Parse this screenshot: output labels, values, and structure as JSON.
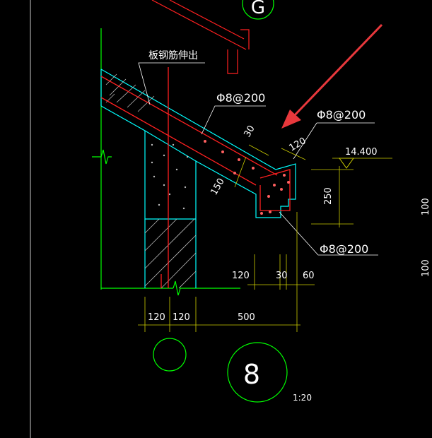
{
  "colors": {
    "background": "#000000",
    "outline": "#00ffff",
    "wall": "#00ff00",
    "rebar": "#ff2020",
    "text": "#ffffff",
    "dimension": "#cccc00",
    "hatch": "#bbbbbb",
    "leader": "#ffffff",
    "arrow": "#e8383c"
  },
  "labels": {
    "slab_rebar_note": "板钢筋伸出",
    "rebar_spec_top": "Φ8@200",
    "rebar_spec_right": "Φ8@200",
    "rebar_spec_bottom": "Φ8@200",
    "elevation": "14.400",
    "scale": "1:20"
  },
  "grid": {
    "top_bubble": "G",
    "bottom_bubble": "8"
  },
  "dims": {
    "slab_30": "30",
    "slab_150": "150",
    "beam_120": "120",
    "beam_250": "250",
    "h_120": "120",
    "h_30": "30",
    "h_60": "60",
    "b_120a": "120",
    "b_120b": "120",
    "b_500": "500",
    "side_top": "100",
    "side_bottom": "100"
  },
  "icons": {
    "pointer": "arrow-pointer-icon",
    "break": "break-line-icon",
    "elevation": "elevation-triangle-icon"
  }
}
